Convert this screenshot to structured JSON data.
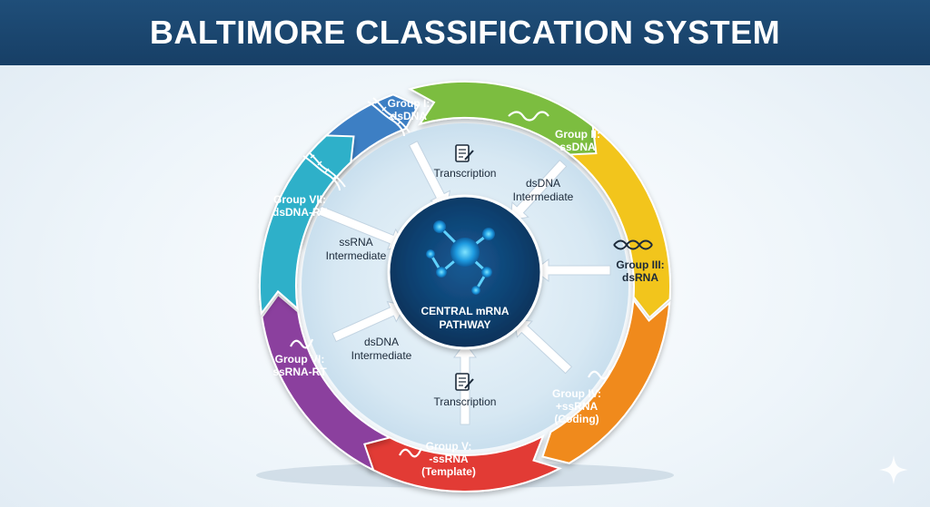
{
  "title": "BALTIMORE CLASSIFICATION SYSTEM",
  "colors": {
    "title_bg": "#1f4e79",
    "group1": "#3e7fc4",
    "group2": "#7cbd3f",
    "group3": "#f2c51c",
    "group4": "#f08a1c",
    "group5": "#e23a35",
    "group6": "#8b3f9e",
    "group7": "#2fb0c9",
    "center": "#0e3f6e"
  },
  "center_label": [
    "CENTRAL mRNA",
    "PATHWAY"
  ],
  "groups": [
    {
      "id": "g1",
      "lines": [
        "Group I:",
        "dsDNA"
      ],
      "icon": "dna-icon"
    },
    {
      "id": "g2",
      "lines": [
        "Group II:",
        "ssDNA"
      ],
      "icon": "ssdna-wave-icon"
    },
    {
      "id": "g3",
      "lines": [
        "Group III:",
        "dsRNA"
      ],
      "icon": "dsrna-wave-icon"
    },
    {
      "id": "g4",
      "lines": [
        "Group IV:",
        "+ssRNA",
        "(Coding)"
      ],
      "icon": "ssrna-wave-icon"
    },
    {
      "id": "g5",
      "lines": [
        "Group V:",
        "-ssRNA",
        "(Template)"
      ],
      "icon": "ssrna-wave-icon"
    },
    {
      "id": "g6",
      "lines": [
        "Group VI:",
        "ssRNA-RT"
      ],
      "icon": "ssrna-wave-icon"
    },
    {
      "id": "g7",
      "lines": [
        "Group VII:",
        "dsDNA-RT"
      ],
      "icon": "dna-icon"
    }
  ],
  "pathway_labels": [
    {
      "id": "transcription-top",
      "lines": [
        "Transcription"
      ]
    },
    {
      "id": "dsdna-intermediate-right",
      "lines": [
        "dsDNA",
        "Intermediate"
      ]
    },
    {
      "id": "ssrna-intermediate-left",
      "lines": [
        "ssRNA",
        "Intermediate"
      ]
    },
    {
      "id": "dsdna-intermediate-left",
      "lines": [
        "dsDNA",
        "Intermediate"
      ]
    },
    {
      "id": "transcription-bottom",
      "lines": [
        "Transcription"
      ]
    }
  ]
}
